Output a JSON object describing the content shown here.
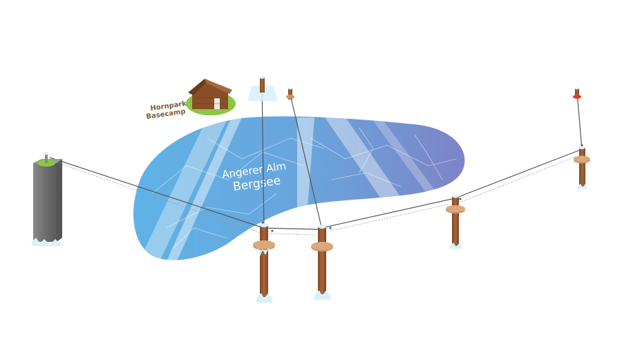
{
  "lake": {
    "name_line1": "Angerer Alm",
    "name_line2": "Bergsee"
  },
  "basecamp": {
    "name_line1": "Hornpark",
    "name_line2": "Basecamp"
  },
  "colors": {
    "lake_light": "#5fb3e6",
    "lake_dark": "#7b86c9",
    "pole_wood": "#9a5a2e",
    "platform": "#c8956a",
    "ice": "#d8f0fb",
    "rope": "#555555",
    "tower": "#6f6f6f",
    "grass": "#8dc63f",
    "alarm_red": "#e03a2b"
  },
  "icons": [
    "hut-icon",
    "pole-icon",
    "tower-icon",
    "rope-line-icon"
  ]
}
